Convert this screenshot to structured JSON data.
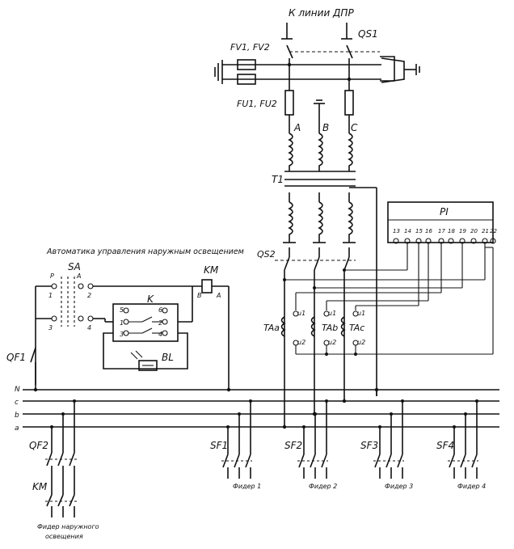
{
  "labels": {
    "top_line": "К линии ДПР",
    "qs1": "QS1",
    "fv": "FV1, FV2",
    "fu": "FU1, FU2",
    "phase_a": "A",
    "phase_b": "B",
    "phase_c": "C",
    "t1": "T1",
    "qs2": "QS2",
    "pi": "PI",
    "pi_terminals": [
      "13",
      "14",
      "15",
      "16",
      "17",
      "18",
      "19",
      "20",
      "21",
      "22"
    ],
    "automation_title": "Автоматика управления наружным освещением",
    "sa": "SA",
    "km_top": "KM",
    "k": "K",
    "bl": "BL",
    "qf1": "QF1",
    "qf2": "QF2",
    "km_bottom": "KM",
    "sa_p": "P",
    "sa_a": "A",
    "sa_1": "1",
    "sa_2": "2",
    "sa_3": "3",
    "sa_4": "4",
    "km_b": "B",
    "km_a": "A",
    "k_5": "5",
    "k_6": "6",
    "k_1": "1",
    "k_2": "2",
    "k_3": "3",
    "k_4": "4",
    "ta_a": "TAa",
    "ta_b": "TAb",
    "ta_c": "TAc",
    "u1": "u1",
    "u2": "u2",
    "bus_n": "N",
    "bus_c": "c",
    "bus_b": "b",
    "bus_a": "a",
    "sf1": "SF1",
    "sf2": "SF2",
    "sf3": "SF3",
    "sf4": "SF4",
    "feeder1": "Фидер 1",
    "feeder2": "Фидер 2",
    "feeder3": "Фидер 3",
    "feeder4": "Фидер 4",
    "outdoor_1": "Фидер наружного",
    "outdoor_2": "освещения"
  }
}
